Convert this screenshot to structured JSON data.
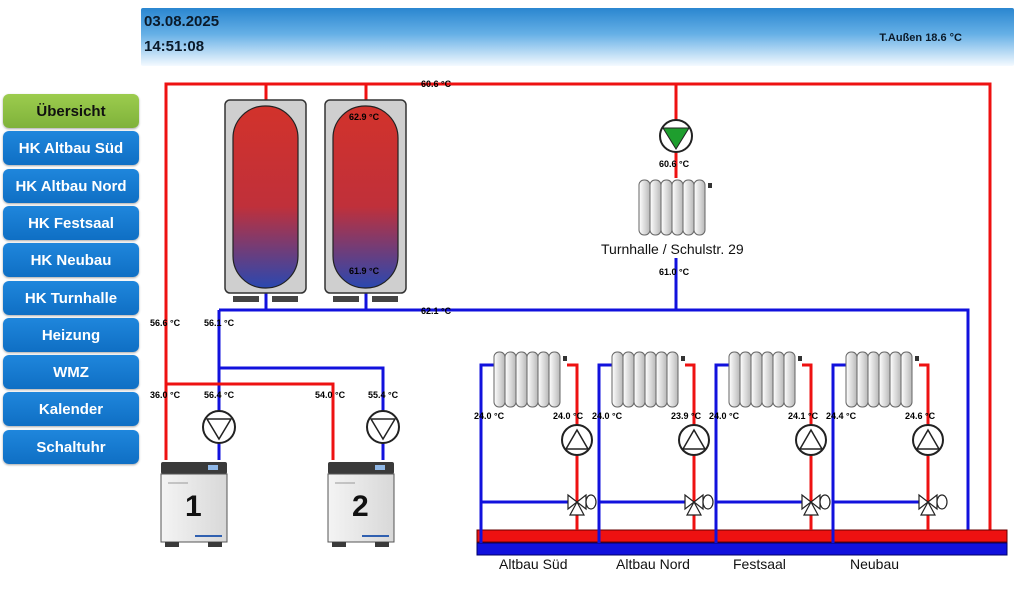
{
  "header": {
    "date": "03.08.2025",
    "time": "14:51:08",
    "outside_temp": "T.Außen 18.6 °C"
  },
  "nav": [
    {
      "label": "Übersicht",
      "active": true
    },
    {
      "label": "HK Altbau Süd",
      "active": false
    },
    {
      "label": "HK Altbau Nord",
      "active": false
    },
    {
      "label": "HK Festsaal",
      "active": false
    },
    {
      "label": "HK Neubau",
      "active": false
    },
    {
      "label": "HK Turnhalle",
      "active": false
    },
    {
      "label": "Heizung",
      "active": false
    },
    {
      "label": "WMZ",
      "active": false
    },
    {
      "label": "Kalender",
      "active": false
    },
    {
      "label": "Schaltuhr",
      "active": false
    }
  ],
  "temps": {
    "flow_main": "60.6 °C",
    "tank2_top": "62.9 °C",
    "tank2_bottom": "61.9 °C",
    "turnhalle_flow": "60.6 °C",
    "turnhalle_return": "61.0 °C",
    "return_main": "62.1 °C",
    "boiler_left": "56.6 °C",
    "boiler_mid": "56.1 °C",
    "boiler1_flow": "36.0 °C",
    "boiler1_return": "56.4 °C",
    "boiler2_flow": "54.0 °C",
    "boiler2_return": "55.4 °C",
    "c1_return": "24.0 °C",
    "c1_flow": "24.0 °C",
    "c2_return": "24.0 °C",
    "c2_flow": "23.9 °C",
    "c3_return": "24.0 °C",
    "c3_flow": "24.1 °C",
    "c4_return": "24.4 °C",
    "c4_flow": "24.6 °C"
  },
  "boilers": {
    "b1": "1",
    "b2": "2"
  },
  "labels": {
    "turnhalle": "Turnhalle / Schulstr. 29",
    "altbau_sued": "Altbau Süd",
    "altbau_nord": "Altbau Nord",
    "festsaal": "Festsaal",
    "neubau": "Neubau"
  },
  "colors": {
    "flow": "#ee1111",
    "return": "#1111dd",
    "nav": "#1576d0",
    "nav_active": "#8dc043",
    "pump_on": "#1e9e2e"
  }
}
